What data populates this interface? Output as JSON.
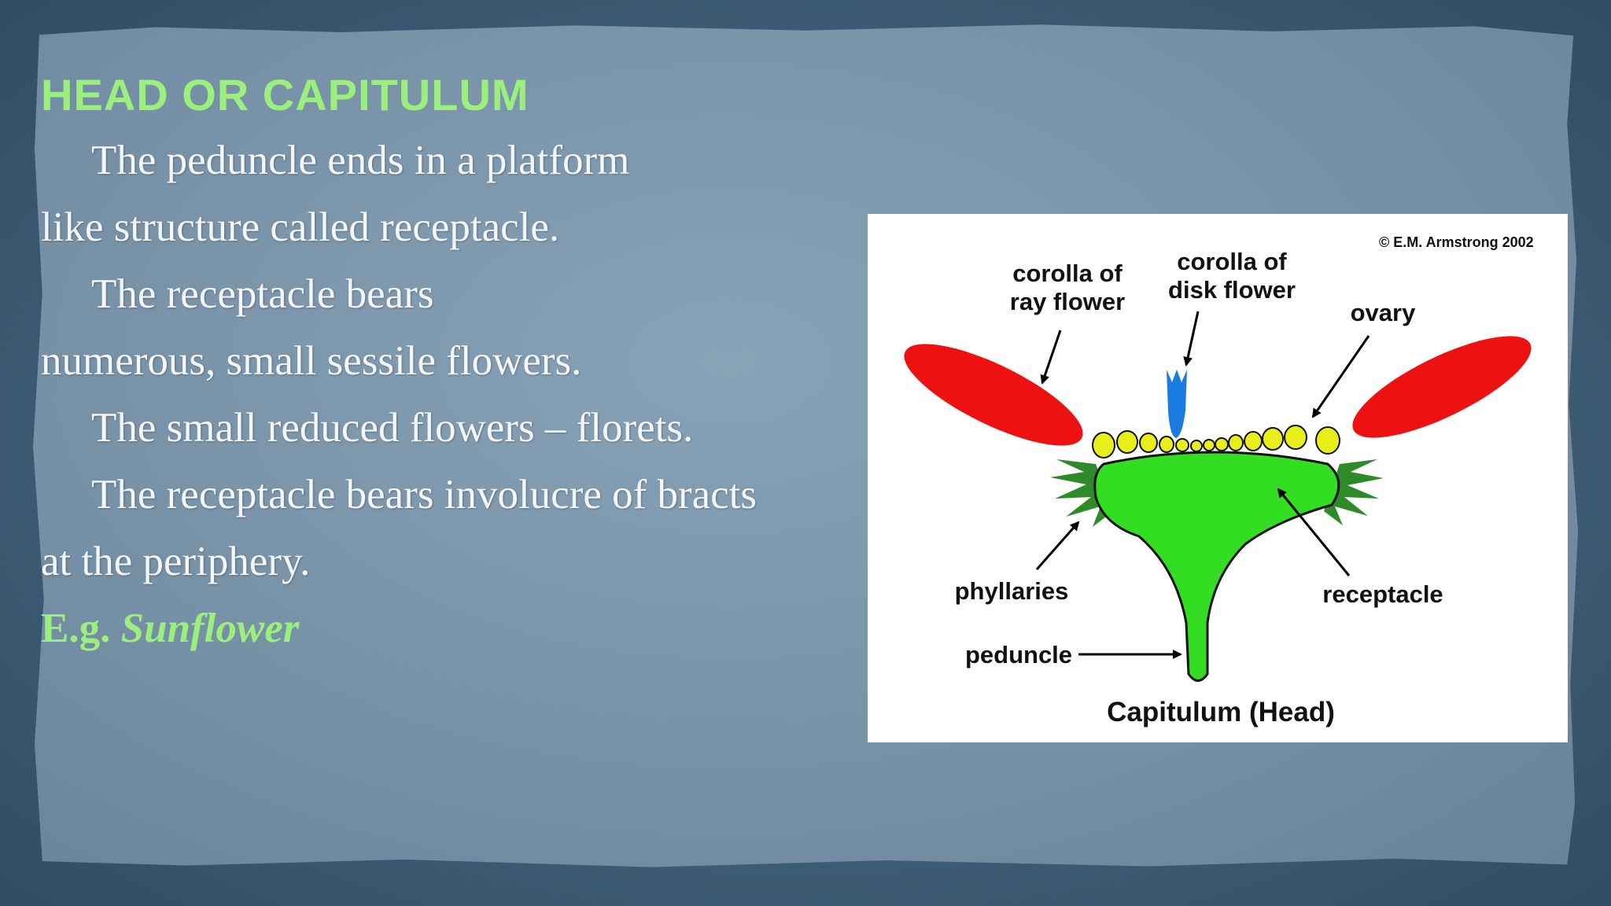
{
  "slide": {
    "title": "HEAD OR CAPITULUM",
    "lines": [
      "The peduncle ends in a platform",
      "like structure called receptacle.",
      "The receptacle bears",
      "numerous, small sessile flowers.",
      "The small reduced flowers – florets.",
      "The receptacle bears involucre of bracts",
      "at the periphery."
    ],
    "example_prefix": "E.g.",
    "example_name": "Sunflower"
  },
  "diagram": {
    "copyright": "© E.M. Armstrong 2002",
    "labels": {
      "ray_line1": "corolla of",
      "ray_line2": "ray flower",
      "disk_line1": "corolla of",
      "disk_line2": "disk flower",
      "ovary": "ovary",
      "phyllaries": "phyllaries",
      "receptacle": "receptacle",
      "peduncle": "peduncle",
      "caption": "Capitulum (Head)"
    },
    "colors": {
      "ray_petal": "#ee1111",
      "disk_flower": "#1a7be0",
      "ovary": "#e8ee1a",
      "receptacle": "#33dd22",
      "phyllaries": "#2f8a2a"
    }
  },
  "colors": {
    "title": "#9bf07d",
    "body_text": "#f4f6f8",
    "accent_example": "#9bf07d"
  }
}
